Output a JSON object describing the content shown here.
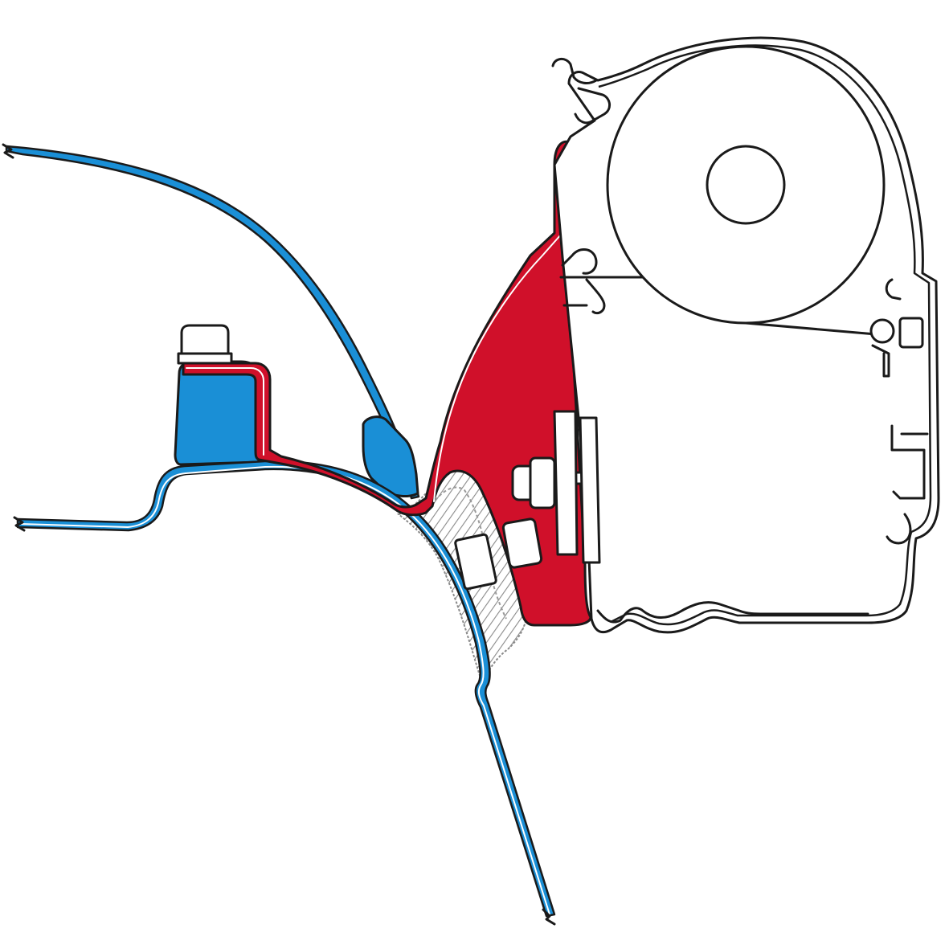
{
  "diagram": {
    "colors": {
      "background": "#ffffff",
      "outline": "#1a1a1a",
      "vehicle_body": "#1a8fd6",
      "adapter_bracket": "#d0102a",
      "roof_rail": "#1a8fd6",
      "seal_hatching": "#9a9a9a",
      "awning_housing": "#ffffff"
    },
    "parts": [
      {
        "id": "vehicle-roof-panel",
        "color": "blue"
      },
      {
        "id": "vehicle-side-panel",
        "color": "blue"
      },
      {
        "id": "roof-rail-profile",
        "color": "blue"
      },
      {
        "id": "adapter-bracket",
        "color": "red"
      },
      {
        "id": "awning-cassette",
        "color": "white"
      },
      {
        "id": "awning-roller",
        "color": "white"
      },
      {
        "id": "mounting-bolt",
        "color": "white"
      },
      {
        "id": "sealing-compound",
        "color": "hatched"
      }
    ]
  }
}
